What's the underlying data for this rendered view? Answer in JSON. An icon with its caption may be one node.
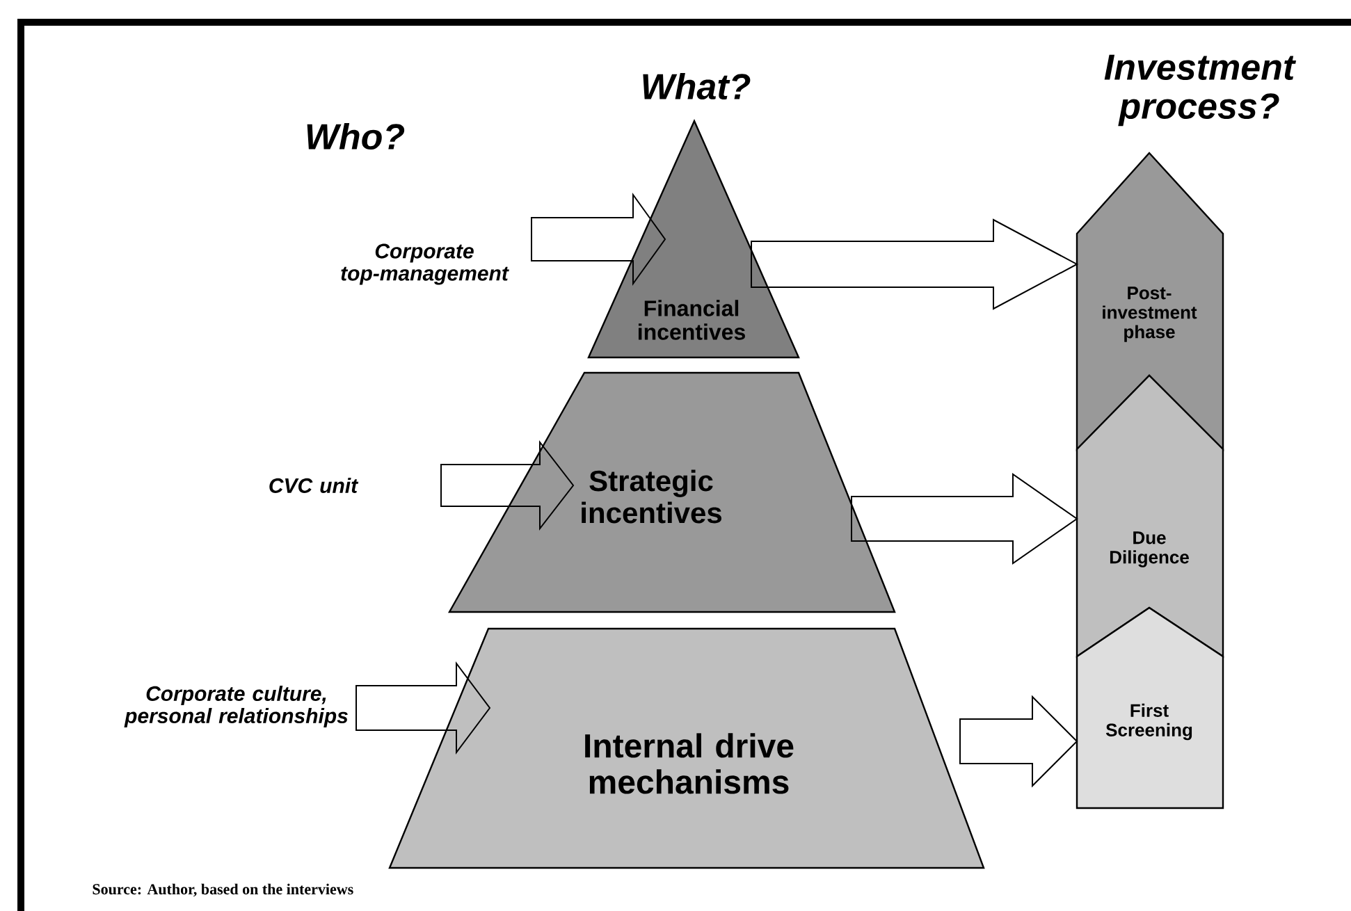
{
  "diagram": {
    "nodes": [
      {
        "text": [
          "Corporate top-management"
        ]
      },
      {
        "text": [
          "CVC unit"
        ]
      },
      {
        "text": [
          "Corporate culture, personal relationships"
        ]
      },
      {
        "text": [
          "Financial incentives"
        ]
      },
      {
        "text": [
          "Strategic incentives"
        ]
      },
      {
        "text": [
          "Internal drive mechanisms"
        ]
      },
      {
        "text": [
          "Post-investment phase"
        ]
      },
      {
        "text": [
          "Due Diligence"
        ]
      },
      {
        "text": [
          "First Screening"
        ]
      }
    ],
    "edges": [
      {
        "from": 0,
        "to": 3,
        "arrow": "to"
      },
      {
        "from": 1,
        "to": 4,
        "arrow": "to"
      },
      {
        "from": 2,
        "to": 5,
        "arrow": "to"
      },
      {
        "from": 3,
        "to": 6,
        "arrow": "to"
      },
      {
        "from": 4,
        "to": 7,
        "arrow": "to"
      },
      {
        "from": 5,
        "to": 8,
        "arrow": "to"
      }
    ],
    "labels": [
      "What?",
      "Who?",
      "Investment process?",
      "Source: Author, based on the interviews"
    ]
  }
}
